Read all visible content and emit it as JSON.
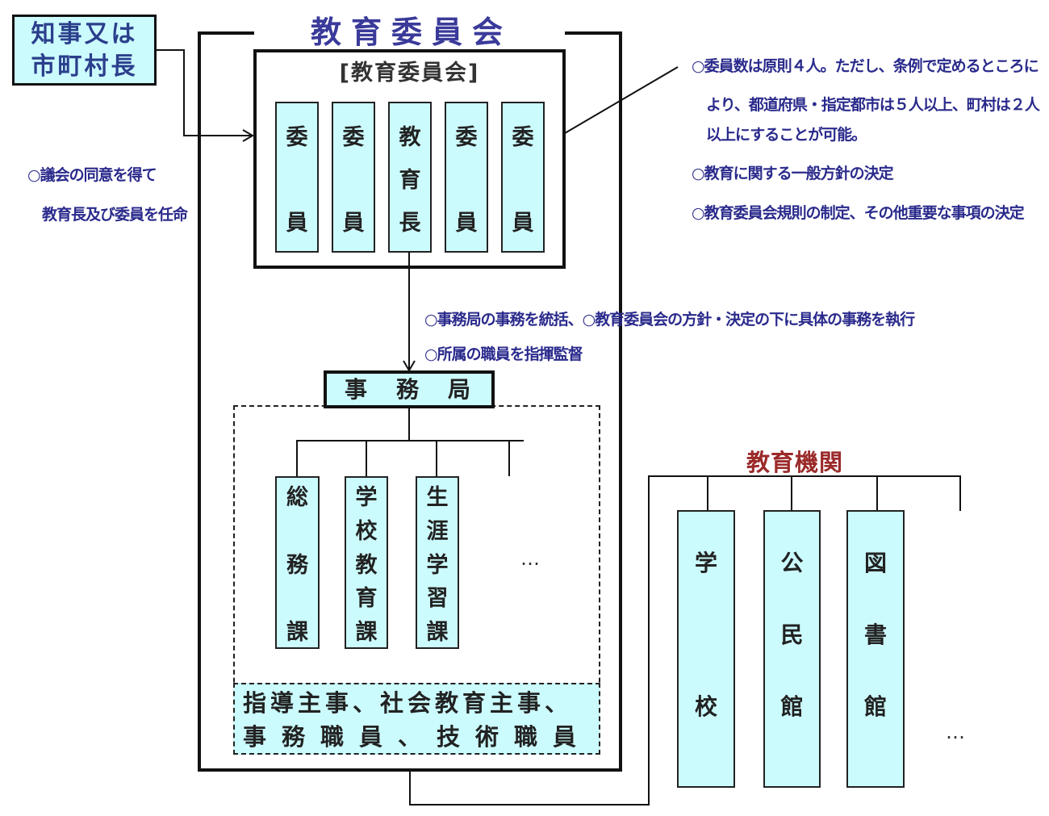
{
  "appointer": {
    "label_line1": "知事又は",
    "label_line2": "市町村長",
    "note_line1": "○議会の同意を得て",
    "note_line2": "教育長及び委員を任命"
  },
  "board": {
    "outer_title": "教育委員会",
    "inner_title": "[教育委員会]",
    "members": [
      {
        "chars": [
          "委",
          "員"
        ]
      },
      {
        "chars": [
          "委",
          "員"
        ]
      },
      {
        "chars": [
          "教",
          "育",
          "長"
        ]
      },
      {
        "chars": [
          "委",
          "員"
        ]
      },
      {
        "chars": [
          "委",
          "員"
        ]
      }
    ],
    "notes": [
      "○委員数は原則４人。ただし、条例で定めるところに",
      "　より、都道府県・指定都市は５人以上、町村は２人",
      "　以上にすることが可能。",
      "○教育に関する一般方針の決定",
      "○教育委員会規則の制定、その他重要な事項の決定"
    ]
  },
  "superintendent_notes": [
    "○事務局の事務を統括、○教育委員会の方針・決定の下に具体の事務を執行",
    "○所属の職員を指揮監督"
  ],
  "secretariat": {
    "label": "事　務　局",
    "divisions": [
      {
        "chars": [
          "総",
          "務",
          "課"
        ]
      },
      {
        "chars": [
          "学",
          "校",
          "教",
          "育",
          "課"
        ]
      },
      {
        "chars": [
          "生",
          "涯",
          "学",
          "習",
          "課"
        ]
      }
    ],
    "more": "…",
    "staff_line1": "指導主事、社会教育主事、",
    "staff_line2": "事務職員、技術職員"
  },
  "institutions": {
    "title": "教育機関",
    "items": [
      {
        "chars": [
          "学",
          "校"
        ]
      },
      {
        "chars": [
          "公",
          "民",
          "館"
        ]
      },
      {
        "chars": [
          "図",
          "書",
          "館"
        ]
      }
    ],
    "more": "…"
  },
  "colors": {
    "box_fill": "#ccfbfd",
    "note_text": "#2a2a8c",
    "title_text": "#3a3a9a",
    "institution_title": "#9b2a2a"
  }
}
